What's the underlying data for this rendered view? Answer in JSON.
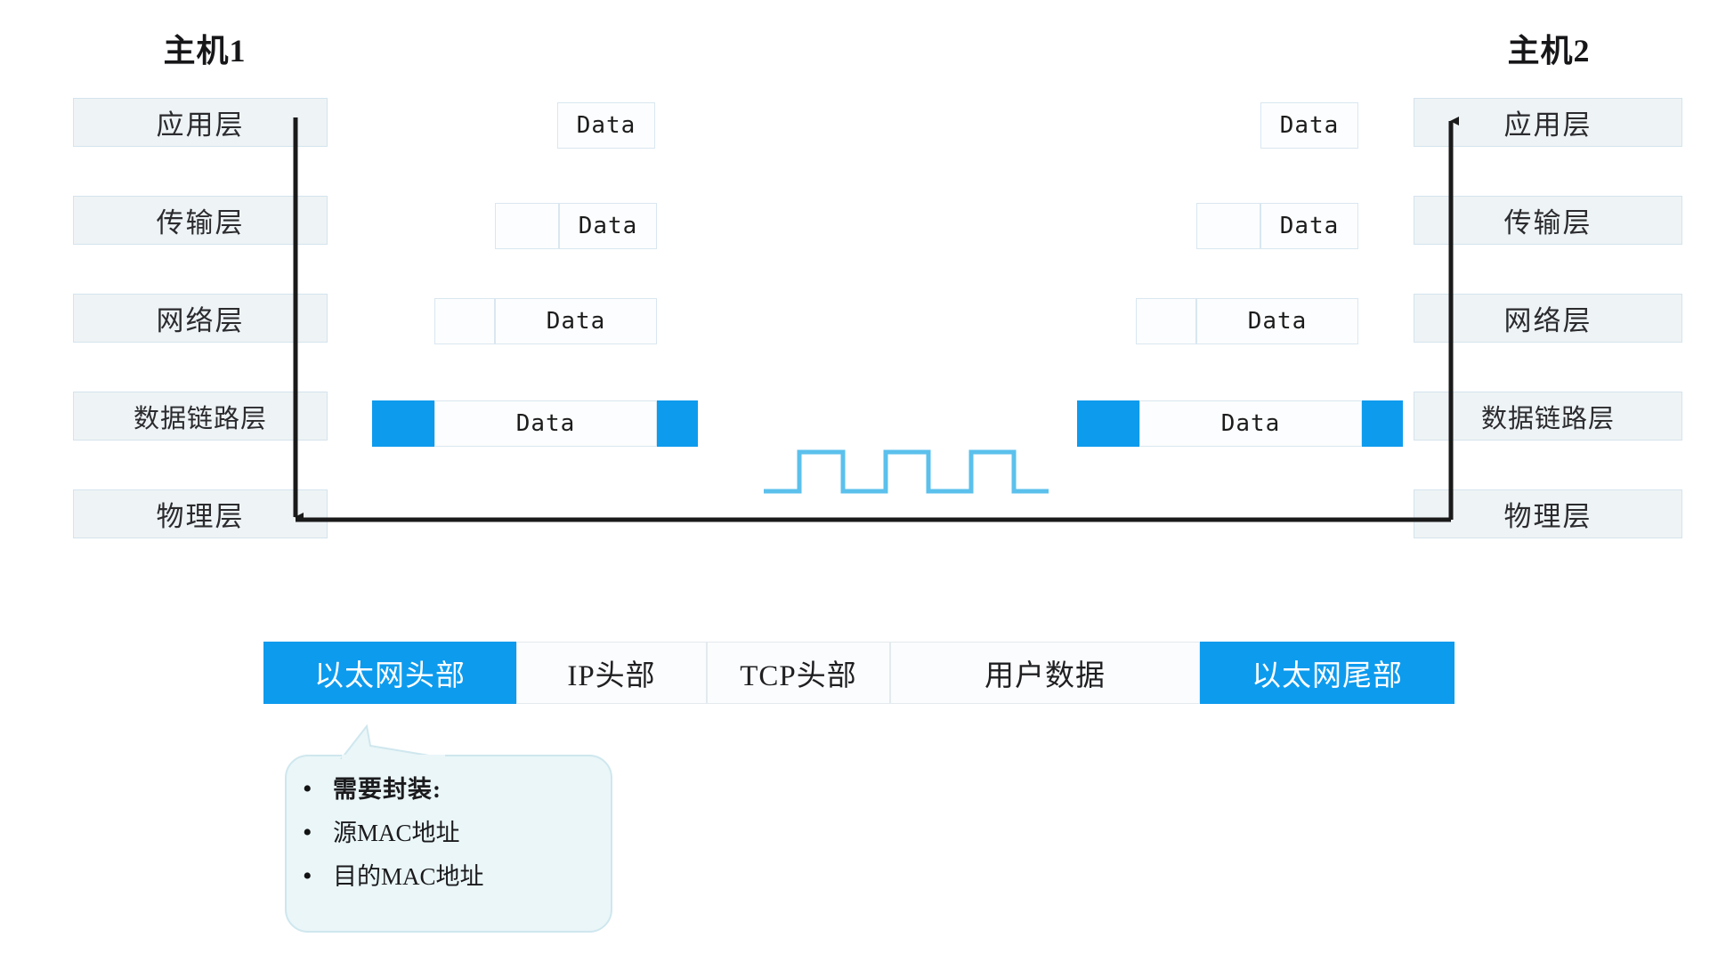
{
  "hosts": {
    "left": {
      "title": "主机1"
    },
    "right": {
      "title": "主机2"
    }
  },
  "layers": [
    {
      "key": "application",
      "label": "应用层"
    },
    {
      "key": "transport",
      "label": "传输层"
    },
    {
      "key": "network",
      "label": "网络层"
    },
    {
      "key": "datalink",
      "label": "数据链路层"
    },
    {
      "key": "physical",
      "label": "物理层"
    }
  ],
  "pdu_label": "Data",
  "pdus": {
    "left": [
      {
        "layer": "application",
        "segments": [
          {
            "type": "data",
            "label": "Data"
          }
        ]
      },
      {
        "layer": "transport",
        "segments": [
          {
            "type": "header",
            "label": ""
          },
          {
            "type": "data",
            "label": "Data"
          }
        ]
      },
      {
        "layer": "network",
        "segments": [
          {
            "type": "header",
            "label": ""
          },
          {
            "type": "data",
            "label": "Data"
          }
        ]
      },
      {
        "layer": "datalink",
        "segments": [
          {
            "type": "blue",
            "label": ""
          },
          {
            "type": "data",
            "label": "Data"
          },
          {
            "type": "blue",
            "label": ""
          }
        ]
      }
    ],
    "right": [
      {
        "layer": "application",
        "segments": [
          {
            "type": "data",
            "label": "Data"
          }
        ]
      },
      {
        "layer": "transport",
        "segments": [
          {
            "type": "header",
            "label": ""
          },
          {
            "type": "data",
            "label": "Data"
          }
        ]
      },
      {
        "layer": "network",
        "segments": [
          {
            "type": "header",
            "label": ""
          },
          {
            "type": "data",
            "label": "Data"
          }
        ]
      },
      {
        "layer": "datalink",
        "segments": [
          {
            "type": "blue",
            "label": ""
          },
          {
            "type": "data",
            "label": "Data"
          },
          {
            "type": "blue",
            "label": ""
          }
        ]
      }
    ]
  },
  "signal": {
    "name": "square-wave-signal",
    "pulses": 3
  },
  "encapsulation": {
    "fields": [
      {
        "label": "以太网头部",
        "accent": true
      },
      {
        "label": "IP头部",
        "accent": false
      },
      {
        "label": "TCP头部",
        "accent": false
      },
      {
        "label": "用户数据",
        "accent": false
      },
      {
        "label": "以太网尾部",
        "accent": true
      }
    ]
  },
  "callout": {
    "items": [
      {
        "text": "需要封装:",
        "bold": true
      },
      {
        "text": "源MAC地址",
        "bold": false
      },
      {
        "text": "目的MAC地址",
        "bold": false
      }
    ],
    "bullet": "•"
  },
  "colors": {
    "accent_blue": "#0d9bee",
    "signal_blue": "#5bc0ec",
    "layer_fill": "#eef3f5",
    "layer_border": "#d4e4ee",
    "callout_fill": "#eaf6f8",
    "callout_border": "#cfe7ee",
    "arrow_black": "#1a1a1a"
  }
}
